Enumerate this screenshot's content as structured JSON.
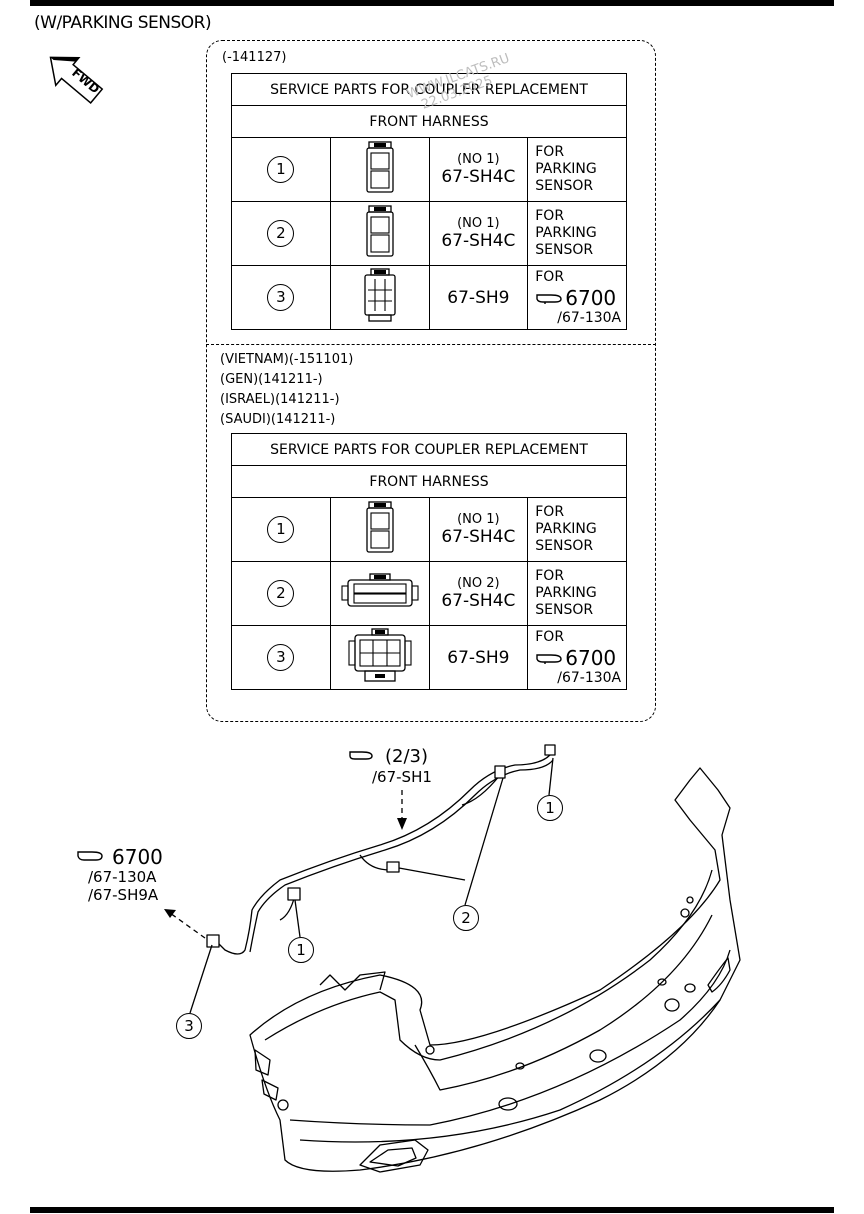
{
  "title": "(W/PARKING SENSOR)",
  "fwd_label": "FWD",
  "watermark": {
    "line1": "WWW.ILCATS.RU",
    "line2": "22.03.2025"
  },
  "table1": {
    "date_note": "(-141127)",
    "header": "SERVICE PARTS FOR COUPLER REPLACEMENT",
    "subheader": "FRONT HARNESS",
    "rows": [
      {
        "num": "1",
        "part_no": "(NO 1)",
        "part": "67-SH4C",
        "use1": "FOR PARKING",
        "use2": "SENSOR"
      },
      {
        "num": "2",
        "part_no": "(NO 1)",
        "part": "67-SH4C",
        "use1": "FOR PARKING",
        "use2": "SENSOR"
      },
      {
        "num": "3",
        "part_no": "",
        "part": "67-SH9",
        "use1": "FOR",
        "ref": "6700",
        "ref2": "/67-130A"
      }
    ]
  },
  "table2": {
    "notes": [
      "(VIETNAM)(-151101)",
      "(GEN)(141211-)",
      "(ISRAEL)(141211-)",
      "(SAUDI)(141211-)"
    ],
    "header": "SERVICE PARTS FOR COUPLER REPLACEMENT",
    "subheader": "FRONT HARNESS",
    "rows": [
      {
        "num": "1",
        "part_no": "(NO 1)",
        "part": "67-SH4C",
        "use1": "FOR PARKING",
        "use2": "SENSOR"
      },
      {
        "num": "2",
        "part_no": "(NO 2)",
        "part": "67-SH4C",
        "use1": "FOR PARKING",
        "use2": "SENSOR"
      },
      {
        "num": "3",
        "part_no": "",
        "part": "67-SH9",
        "use1": "FOR",
        "ref": "6700",
        "ref2": "/67-130A"
      }
    ]
  },
  "diagram": {
    "ref_top": {
      "line1": "(2/3)",
      "line2": "/67-SH1"
    },
    "ref_left": {
      "line1": "6700",
      "line2": "/67-130A",
      "line3": "/67-SH9A"
    },
    "callouts": [
      "1",
      "1",
      "2",
      "3"
    ]
  }
}
